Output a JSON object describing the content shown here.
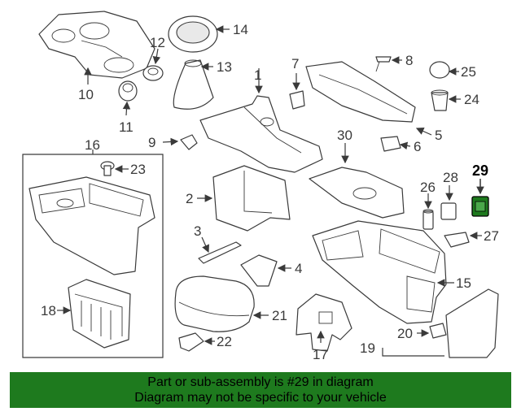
{
  "callouts": {
    "n1": "1",
    "n2": "2",
    "n3": "3",
    "n4": "4",
    "n5": "5",
    "n6": "6",
    "n7": "7",
    "n8": "8",
    "n9": "9",
    "n10": "10",
    "n11": "11",
    "n12": "12",
    "n13": "13",
    "n14": "14",
    "n15": "15",
    "n16": "16",
    "n17": "17",
    "n18": "18",
    "n19": "19",
    "n20": "20",
    "n21": "21",
    "n22": "22",
    "n23": "23",
    "n24": "24",
    "n25": "25",
    "n26": "26",
    "n27": "27",
    "n28": "28",
    "n29": "29",
    "n30": "30"
  },
  "highlight": {
    "part_number": "29",
    "color": "#1e7a1e"
  },
  "banner": {
    "line1": "Part or sub-assembly is #29 in diagram",
    "line2": "Diagram may not be specific to your vehicle",
    "color": "#1e7a1e"
  }
}
